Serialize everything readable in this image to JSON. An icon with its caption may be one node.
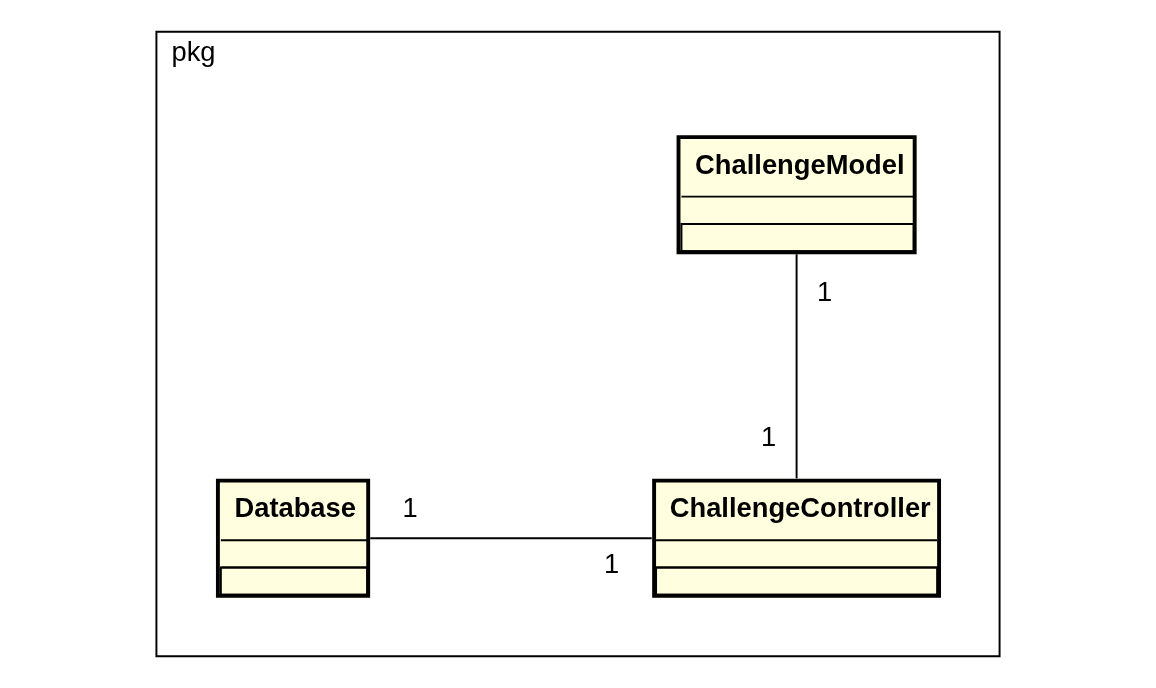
{
  "diagram": {
    "nodes": [
      {
        "text": [
          "pkg"
        ]
      },
      {
        "text": [
          "ChallengeModel"
        ],
        "in": 0
      },
      {
        "text": [
          "Database"
        ],
        "in": 0
      },
      {
        "text": [
          "ChallengeController"
        ],
        "in": 0
      }
    ],
    "edges": [
      {
        "from": 1,
        "to": 3,
        "arrow": "none"
      },
      {
        "from": 2,
        "to": 3,
        "arrow": "none"
      }
    ],
    "labels": [
      "1",
      "1",
      "1",
      "1"
    ]
  }
}
